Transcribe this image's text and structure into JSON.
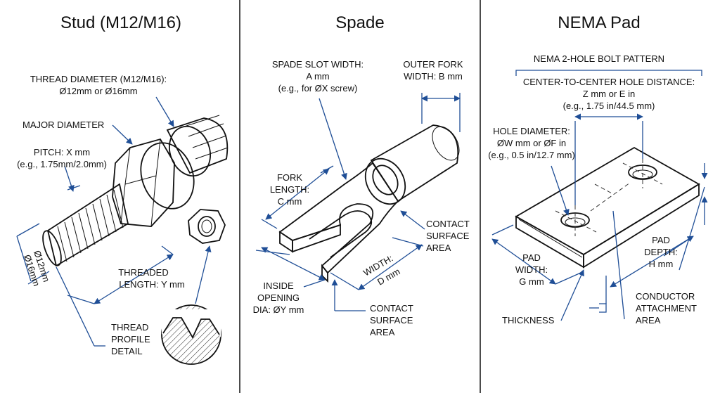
{
  "panels": {
    "stud": {
      "title": "Stud (M12/M16)",
      "thread_diameter": [
        "THREAD DIAMETER (M12/M16):",
        "Ø12mm or Ø16mm"
      ],
      "major_diameter": "MAJOR DIAMETER",
      "pitch": [
        "PITCH: X mm",
        "(e.g., 1.75mm/2.0mm)"
      ],
      "diameter_marks": [
        "Ø12mm",
        "Ø16mm"
      ],
      "threaded_length": [
        "THREADED",
        "LENGTH: Y mm"
      ],
      "thread_profile": [
        "THREAD",
        "PROFILE",
        "DETAIL"
      ]
    },
    "spade": {
      "title": "Spade",
      "slot_width": [
        "SPADE SLOT WIDTH:",
        "A mm",
        "(e.g., for ØX screw)"
      ],
      "outer_fork": [
        "OUTER FORK",
        "WIDTH: B mm"
      ],
      "fork_length": [
        "FORK",
        "LENGTH:",
        "C mm"
      ],
      "contact_right": [
        "CONTACT",
        "SURFACE",
        "AREA"
      ],
      "width": [
        "WIDTH:",
        "D mm"
      ],
      "inside_opening": [
        "INSIDE",
        "OPENING",
        "DIA: ØY mm"
      ],
      "contact_bottom": [
        "CONTACT",
        "SURFACE",
        "AREA"
      ]
    },
    "nema": {
      "title": "NEMA Pad",
      "bolt_pattern": "NEMA 2-HOLE BOLT PATTERN",
      "center_distance": [
        "CENTER-TO-CENTER HOLE DISTANCE:",
        "Z mm or E in",
        "(e.g., 1.75 in/44.5 mm)"
      ],
      "hole_diameter": [
        "HOLE DIAMETER:",
        "ØW mm or ØF in",
        "(e.g., 0.5 in/12.7 mm)"
      ],
      "pad_depth": [
        "PAD",
        "DEPTH:",
        "H mm"
      ],
      "pad_width": [
        "PAD",
        "WIDTH:",
        "G mm"
      ],
      "thickness": "THICKNESS",
      "conductor": [
        "CONDUCTOR",
        "ATTACHMENT",
        "AREA"
      ]
    }
  },
  "colors": {
    "dimension_line": "#1f4e96",
    "ink": "#111111",
    "background": "#ffffff"
  }
}
